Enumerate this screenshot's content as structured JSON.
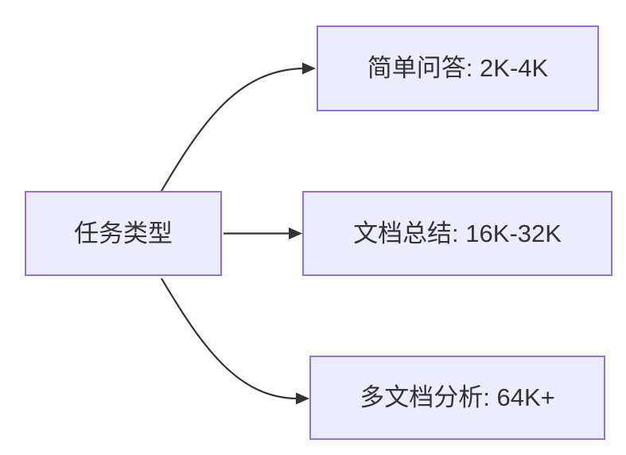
{
  "diagram": {
    "type": "flowchart",
    "direction": "left-to-right",
    "colors": {
      "background": "#ffffff",
      "node_fill": "#ECECFF",
      "node_border": "#9370DB",
      "edge": "#333333",
      "text": "#333333"
    },
    "root": {
      "id": "task-type",
      "label": "任务类型"
    },
    "branches": [
      {
        "id": "simple-qa",
        "label": "简单问答: 2K-4K"
      },
      {
        "id": "doc-summary",
        "label": "文档总结: 16K-32K"
      },
      {
        "id": "multi-doc-analysis",
        "label": "多文档分析: 64K+"
      }
    ],
    "edges": [
      {
        "from": "task-type",
        "to": "simple-qa"
      },
      {
        "from": "task-type",
        "to": "doc-summary"
      },
      {
        "from": "task-type",
        "to": "multi-doc-analysis"
      }
    ]
  }
}
